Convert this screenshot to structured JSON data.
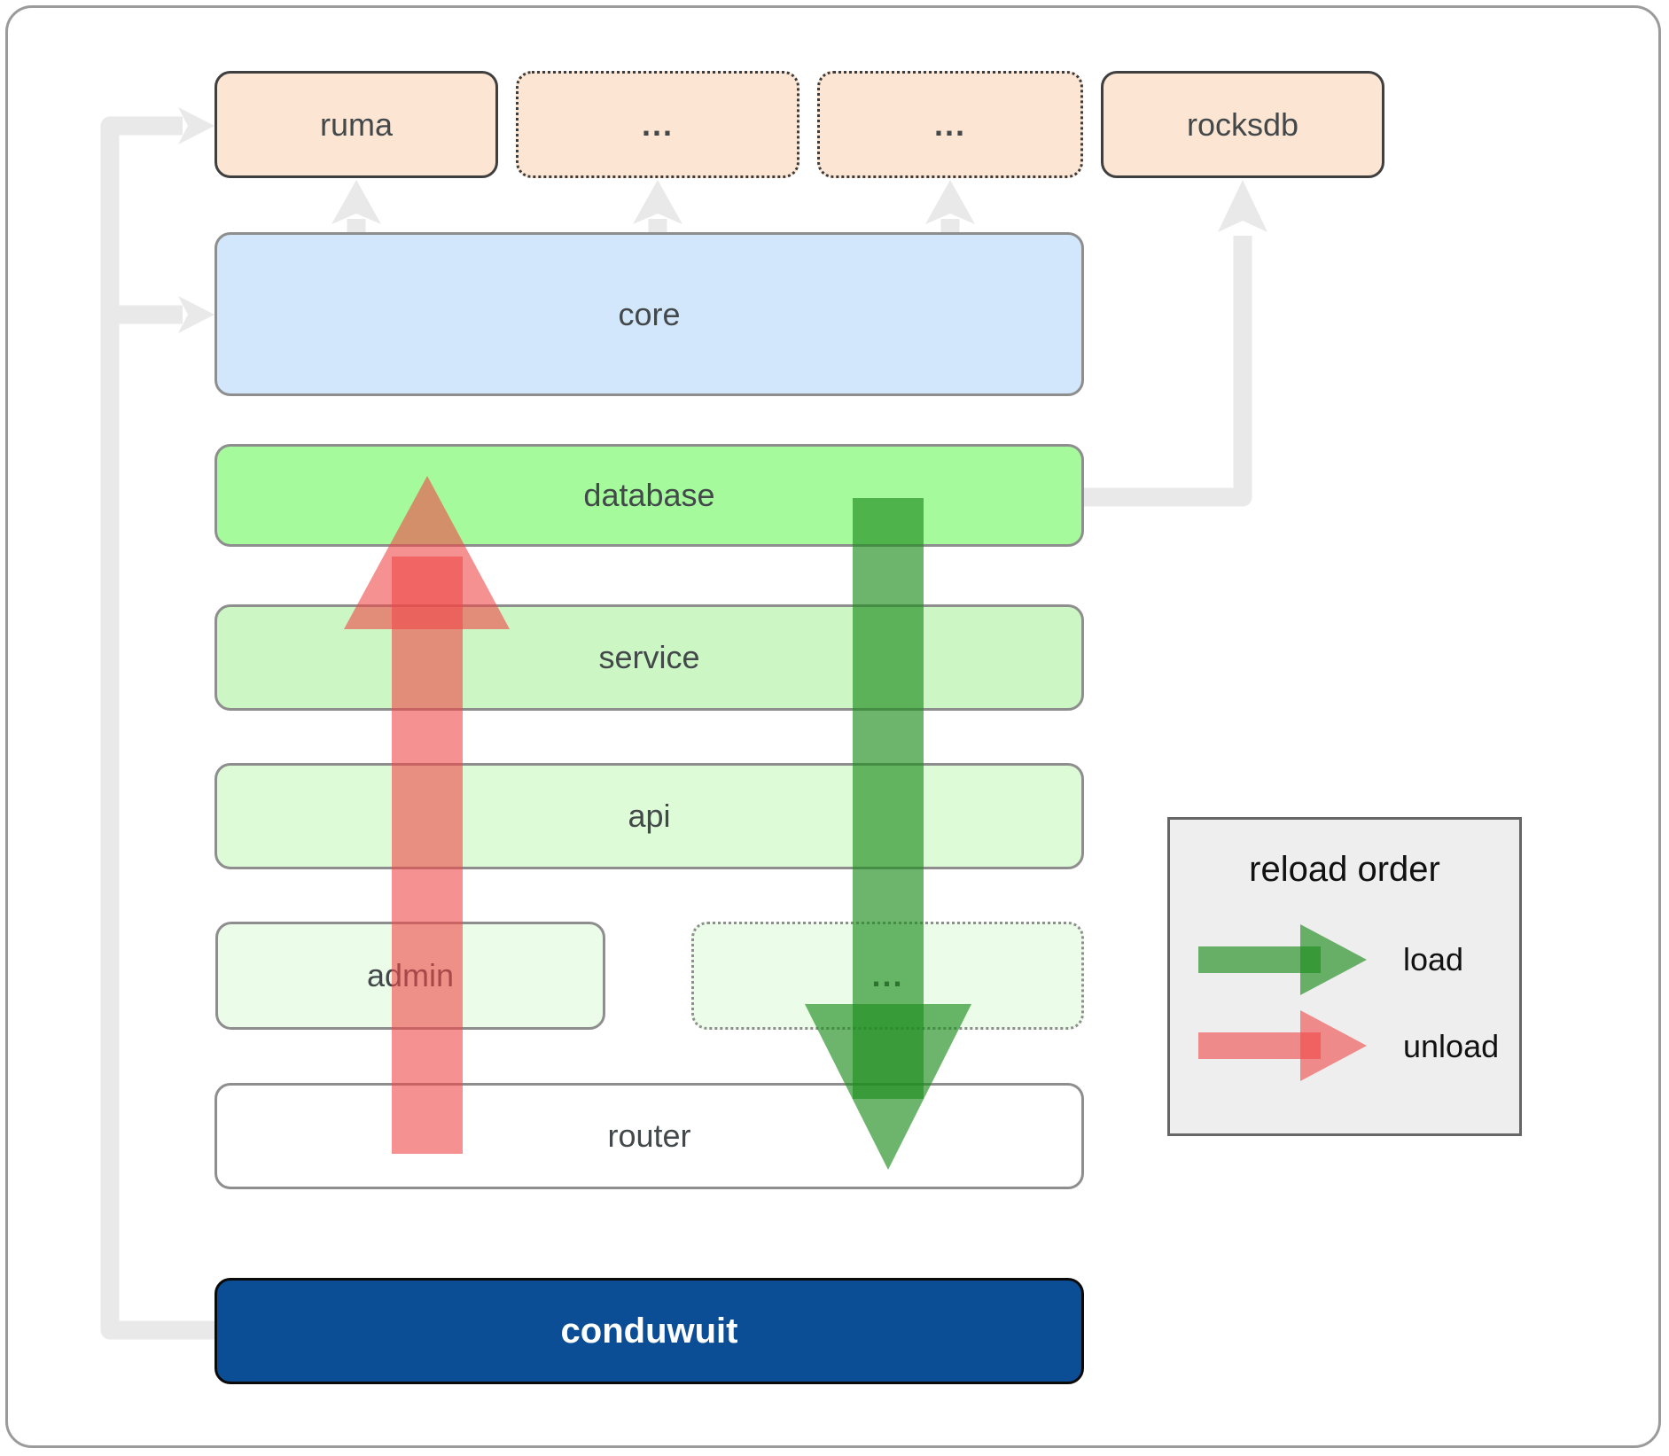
{
  "diagram": {
    "title": "conduwuit architecture reload-order diagram",
    "nodes": {
      "ruma": "ruma",
      "ellipsis_top_1": "...",
      "ellipsis_top_2": "...",
      "rocksdb": "rocksdb",
      "core": "core",
      "database": "database",
      "service": "service",
      "api": "api",
      "admin": "admin",
      "ellipsis_admin_row": "...",
      "router": "router",
      "conduwuit": "conduwuit"
    },
    "connectors": [
      "conduwuit-to-ruma",
      "conduwuit-to-core",
      "core-to-ruma",
      "core-to-ellipsis-1",
      "core-to-ellipsis-2",
      "database-to-rocksdb"
    ],
    "flow_arrows": [
      {
        "name": "load-arrow",
        "direction": "down",
        "from": "database",
        "to": "router"
      },
      {
        "name": "unload-arrow",
        "direction": "up",
        "from": "router",
        "to": "database"
      }
    ],
    "legend": {
      "title": "reload order",
      "load_label": "load",
      "unload_label": "unload"
    },
    "colors": {
      "peach_fill": "#fce5d3",
      "core_fill": "#d3e7fc",
      "database_fill": "#a5fa9c",
      "service_fill": "#cdf6c5",
      "api_fill": "#defbd7",
      "admin_fill": "#ebfde8",
      "router_fill": "#ffffff",
      "conduwuit_fill": "#0b4e95",
      "legend_fill": "#eeeeee",
      "connector_gray": "#e9e9e9",
      "load_green": "#1e8e1e",
      "unload_red": "#f04848",
      "label_text": "#43484a"
    }
  }
}
